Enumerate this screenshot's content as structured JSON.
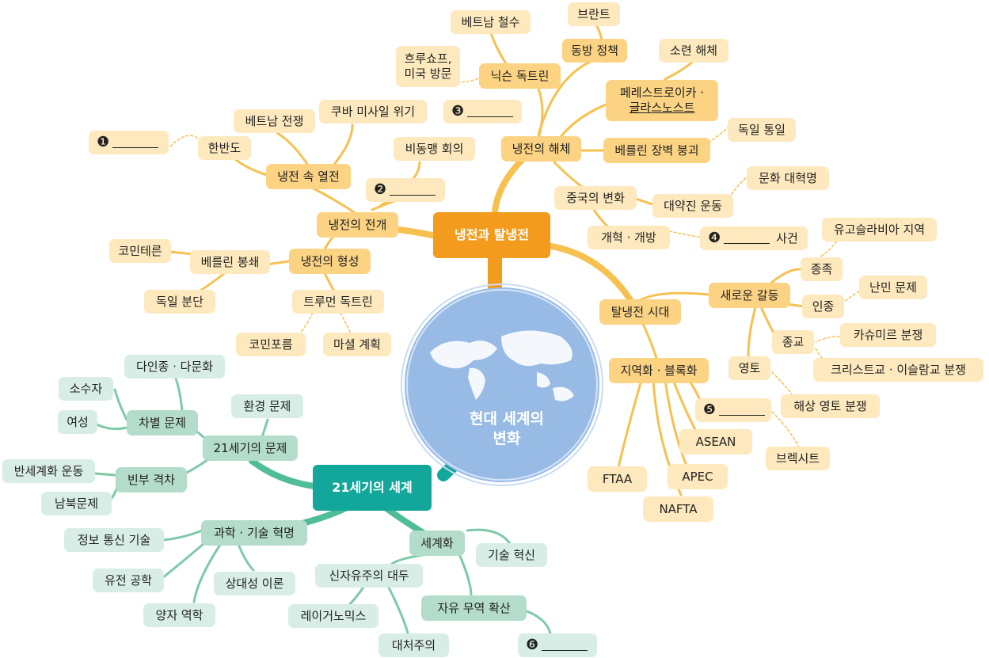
{
  "center": {
    "title_line1": "현대 세계의",
    "title_line2": "변화"
  },
  "cold_war": {
    "title": "냉전과 탈냉전",
    "development": {
      "title": "냉전의 전개",
      "hot_war": {
        "title": "냉전 속 열전",
        "korea": "한반도",
        "blank1": "❶",
        "vietnam": "베트남 전쟁",
        "cuba": "쿠바 미사일 위기"
      },
      "nonaligned": "비동맹 회의",
      "blank2": "❷",
      "formation": {
        "title": "냉전의 형성",
        "berlin_blockade": "베를린 봉쇄",
        "cominform_left": "코민테른",
        "german_division": "독일 분단",
        "truman": "트루먼 독트린",
        "cominform": "코민포름",
        "marshall": "마셜 계획"
      }
    },
    "dissolution": {
      "title": "냉전의 해체",
      "nixon": "닉슨 독트린",
      "vietnam_withdrawal": "베트남 철수",
      "khrushchev_line1": "흐루쇼프,",
      "khrushchev_line2": "미국 방문",
      "blank3": "❸",
      "ostpolitik": "동방 정책",
      "brandt": "브란트",
      "perestroika_line1": "페레스트로이카 ·",
      "perestroika_line2": "글라스노스트",
      "ussr_dissolution": "소련 해체",
      "berlin_wall": "베를린 장벽 붕괴",
      "german_unification": "독일 통일",
      "china": {
        "title": "중국의 변화",
        "great_leap": "대약진 운동",
        "cultural_revolution": "문화 대혁명",
        "reform": "개혁 · 개방",
        "blank4": "❹",
        "incident": "사건"
      }
    },
    "post_cold_war": {
      "title": "탈냉전 시대",
      "new_conflicts": {
        "title": "새로운 갈등",
        "ethnicity": "종족",
        "yugoslavia": "유고슬라비아 지역",
        "race": "인종",
        "refugees": "난민 문제",
        "religion": "종교",
        "kashmir": "카슈미르 분쟁",
        "christian_islam": "크리스트교 · 이슬람교 분쟁",
        "territory": "영토",
        "maritime": "해상 영토 분쟁"
      },
      "regionalism": {
        "title": "지역화 · 블록화",
        "blank5": "❺",
        "brexit": "브렉시트",
        "asean": "ASEAN",
        "apec": "APEC",
        "ftaa": "FTAA",
        "nafta": "NAFTA"
      }
    }
  },
  "world21": {
    "title": "21세기의 세계",
    "problems": {
      "title": "21세기의 문제",
      "environment": "환경 문제",
      "discrimination": {
        "title": "차별 문제",
        "multicultural": "다인종 · 다문화",
        "minorities": "소수자",
        "women": "여성"
      },
      "poverty": {
        "title": "빈부 격차",
        "anti_globalization": "반세계화 운동",
        "north_south": "남북문제"
      }
    },
    "science": {
      "title": "과학 · 기술 혁명",
      "ict": "정보 통신 기술",
      "genetics": "유전 공학",
      "relativity": "상대성 이론",
      "quantum": "양자 역학"
    },
    "globalization": {
      "title": "세계화",
      "tech_innovation": "기술 혁신",
      "neoliberalism": "신자유주의 대두",
      "reaganomics": "레이거노믹스",
      "thatcherism": "대처주의",
      "free_trade": "자유 무역 확산",
      "blank6": "❻"
    }
  },
  "colors": {
    "cold_war_branch": "#f39b1d",
    "cold_war_line": "#f7c14f",
    "world21_branch": "#12a79a",
    "world21_line": "#4fbd96",
    "globe": "#98bbe6"
  }
}
